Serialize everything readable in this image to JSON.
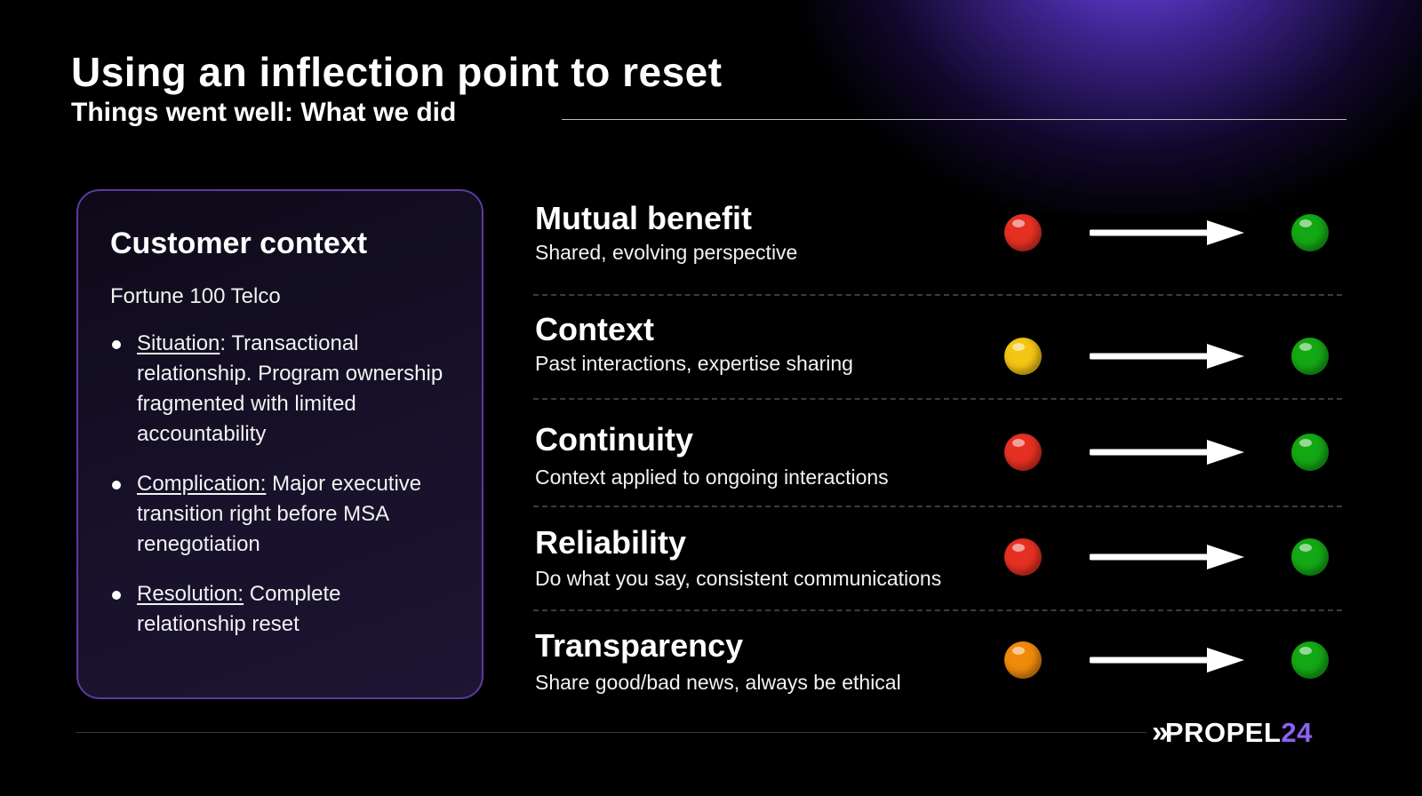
{
  "header": {
    "title": "Using an inflection point to reset",
    "subtitle": "Things went well: What we did"
  },
  "card": {
    "title": "Customer context",
    "subtitle": "Fortune 100 Telco",
    "bullets": [
      {
        "key": "Situation",
        "sep": ":",
        "text": " Transactional relationship. Program ownership fragmented with limited accountability"
      },
      {
        "key": "Complication:",
        "sep": "",
        "text": " Major executive transition right before MSA renegotiation"
      },
      {
        "key": "Resolution:",
        "sep": "",
        "text": " Complete relationship reset"
      }
    ]
  },
  "rows": [
    {
      "title": "Mutual benefit",
      "desc": "Shared, evolving perspective",
      "from_color": "#e63022",
      "to_color": "#14a814"
    },
    {
      "title": "Context",
      "desc": "Past interactions, expertise sharing",
      "from_color": "#f5c513",
      "to_color": "#14a814"
    },
    {
      "title": "Continuity",
      "desc": "Context applied to ongoing interactions",
      "from_color": "#e63022",
      "to_color": "#14a814"
    },
    {
      "title": "Reliability",
      "desc": "Do what you say, consistent communications",
      "from_color": "#e63022",
      "to_color": "#14a814"
    },
    {
      "title": "Transparency",
      "desc": "Share good/bad news, always be ethical",
      "from_color": "#f08a0c",
      "to_color": "#14a814"
    }
  ],
  "icons": {
    "arrow": "right-arrow-icon",
    "status": "status-circle-icon"
  },
  "logo": {
    "chevrons": "»",
    "text": "PROPEL",
    "number": "24"
  }
}
